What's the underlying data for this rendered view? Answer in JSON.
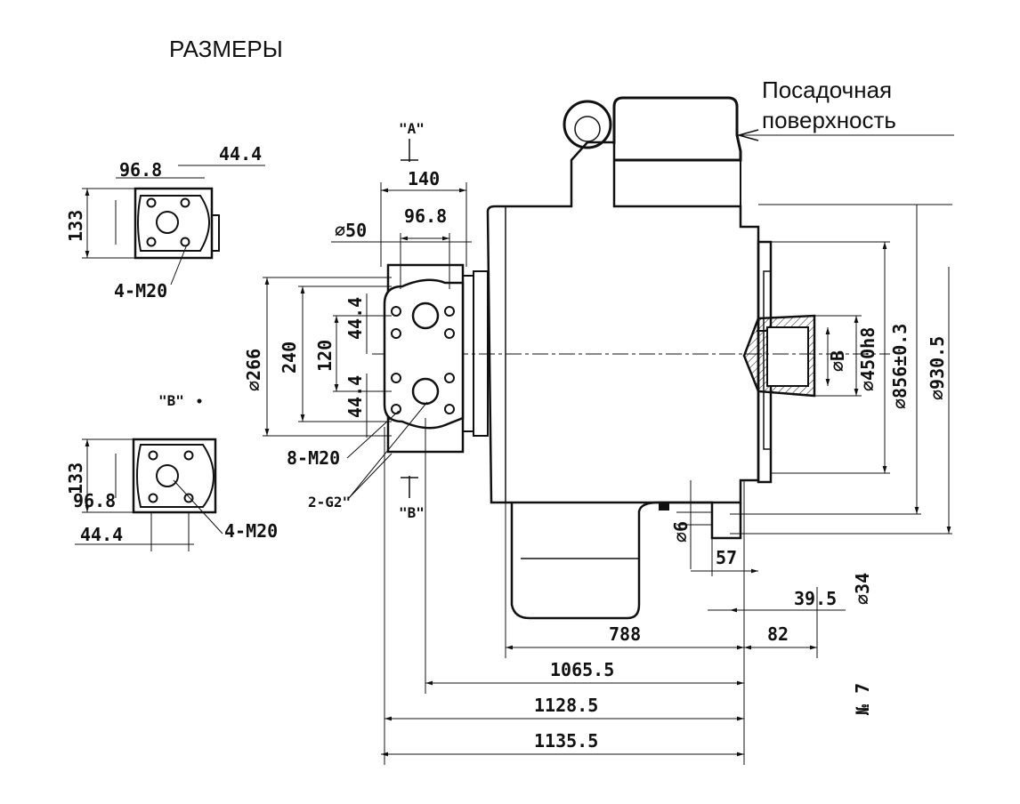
{
  "title": "РАЗМЕРЫ",
  "seating_surface": {
    "line1": "Посадочная",
    "line2": "поверхность"
  },
  "views": {
    "a": "\"A\"",
    "b_top": "\"B\"",
    "b_bottom": "\"B\""
  },
  "flange_top": {
    "w1": "44.4",
    "w2": "96.8",
    "h": "133",
    "bolts": "4-M20"
  },
  "flange_bottom": {
    "h": "133",
    "w2": "96.8",
    "w1": "44.4",
    "bolts": "4-M20"
  },
  "port_block": {
    "width": "140",
    "bore": "⌀50",
    "spacing": "96.8",
    "d266": "⌀266",
    "h240": "240",
    "h120": "120",
    "o1": "44.4",
    "o2": "44.4",
    "bolts": "8-M20",
    "ports": "2-G2\""
  },
  "shaft": {
    "dB": "⌀B",
    "d450": "⌀450h8",
    "d856": "⌀856±0.3",
    "d930": "⌀930.5"
  },
  "drain": {
    "d6": "⌀6",
    "d34": "⌀34",
    "d57": "57",
    "d39": "39.5",
    "d82": "82"
  },
  "lengths": {
    "l788": "788",
    "l1065": "1065.5",
    "l1128": "1128.5",
    "l1135": "1135.5"
  },
  "model": "№ 7"
}
